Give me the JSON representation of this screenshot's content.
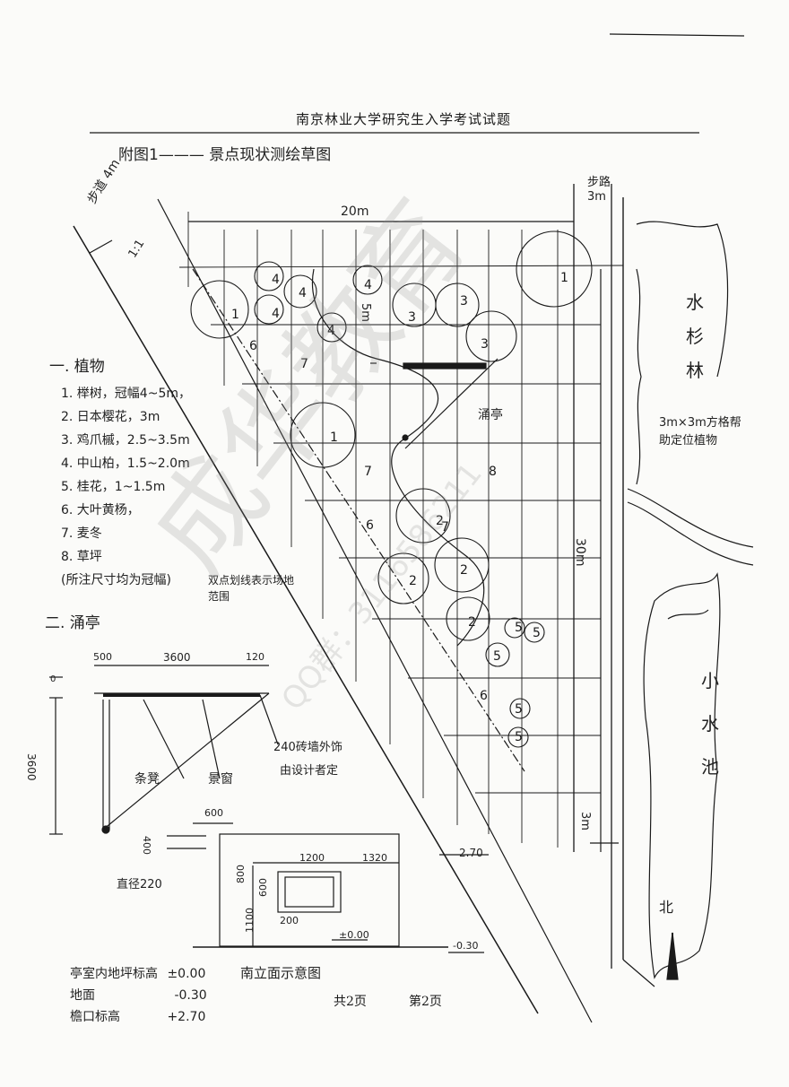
{
  "header": "南京林业大学研究生入学考试试题",
  "figure_title": "附图1——— 景点现状测绘草图",
  "site": {
    "road_left": "步道 4m",
    "road_right": "步路 3m",
    "width_20m": "20m",
    "length_30m": "30m",
    "grid_5m": "5m",
    "grid_3m": "3m",
    "grid_note": "3m×3m方格帮助定位植物",
    "forest_label": "水杉林",
    "pond_label": "小水池",
    "north_label": "北",
    "pavilion_label": "涌亭",
    "line_note": "双点划线表示场地范围",
    "slope_mark": "1:1"
  },
  "plants_section": {
    "title": "一. 植物",
    "items": [
      "1. 榉树，冠幅4~5m，",
      "2. 日本樱花，3m",
      "3. 鸡爪槭，2.5~3.5m",
      "4. 中山柏，1.5~2.0m",
      "5. 桂花，1~1.5m",
      "6. 大叶黄杨，",
      "7. 麦冬",
      "8. 草坪",
      "(所注尺寸均为冠幅)"
    ]
  },
  "pavilion_section": {
    "title": "二. 涌亭",
    "dims": [
      "500",
      "3600",
      "120",
      "3600",
      "0"
    ],
    "labels": {
      "bench": "条凳",
      "window": "景窗",
      "wall_note_1": "240砖墙外饰",
      "wall_note_2": "由设计者定",
      "column": "直径220"
    }
  },
  "elevation": {
    "title": "南立面示意图",
    "dims": [
      "600",
      "400",
      "1200",
      "1320",
      "800",
      "600",
      "1100",
      "200"
    ],
    "levels": [
      "2.70",
      "±0.00",
      "-0.30"
    ]
  },
  "elevation_notes": {
    "lines": [
      {
        "label": "亭室内地坪标高",
        "value": "±0.00"
      },
      {
        "label": "地面",
        "value": "-0.30"
      },
      {
        "label": "檐口标高",
        "value": "+2.70"
      }
    ]
  },
  "footer": {
    "total": "共2页",
    "current": "第2页"
  },
  "watermark": {
    "main": "成华教育",
    "sub": "QQ群：3116586211"
  }
}
